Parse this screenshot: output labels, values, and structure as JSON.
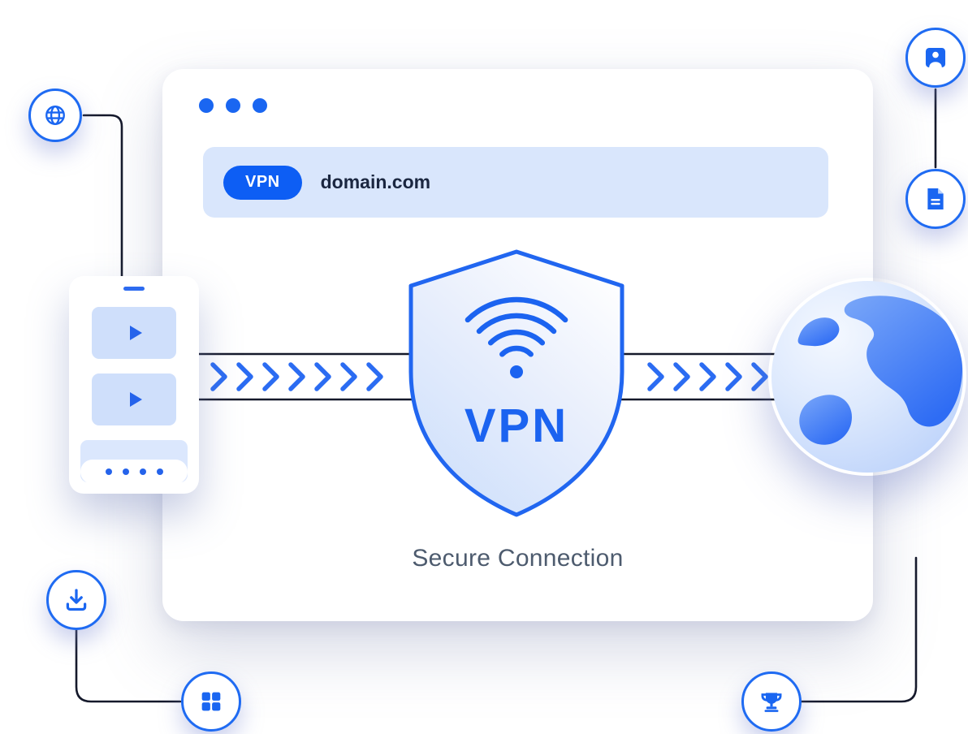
{
  "title": "VPN secure connection illustration",
  "colors": {
    "primary_blue": "#1a66f1",
    "chevron_blue": "#2b6cf2",
    "light_blue_fill": "#d9e6fc",
    "connector_line": "#15192b",
    "url_text": "#1b2740",
    "caption_text": "#4d5b6e"
  },
  "browser": {
    "traffic_dots": 3,
    "address_bar": {
      "badge": "VPN",
      "url": "domain.com"
    }
  },
  "shield": {
    "label": "VPN",
    "icon": "wifi-signal-icon"
  },
  "caption": "Secure Connection",
  "phone": {
    "video_thumbnails": 2,
    "nav_dots": 4
  },
  "globe": {
    "name": "internet-globe"
  },
  "flow": {
    "left_chevron_count": 7,
    "right_chevron_count": 5
  },
  "floating_icons": [
    {
      "name": "website-globe-icon",
      "position": "top-left"
    },
    {
      "name": "account-icon",
      "position": "top-right"
    },
    {
      "name": "document-icon",
      "position": "middle-right"
    },
    {
      "name": "download-icon",
      "position": "bottom-left"
    },
    {
      "name": "apps-grid-icon",
      "position": "bottom-left-center"
    },
    {
      "name": "trophy-icon",
      "position": "bottom-right"
    }
  ]
}
